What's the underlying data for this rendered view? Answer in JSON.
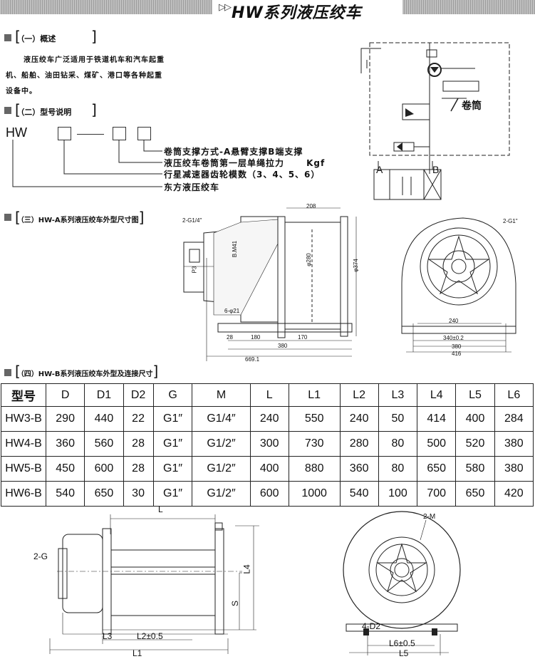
{
  "header": {
    "arrows": "▷▷",
    "title": "HW系列液压绞车"
  },
  "section1": {
    "title": "（一）概述",
    "lines": [
      "液压绞车广泛适用于铁道机车和汽车起重",
      "机、船舶、油田钻采、煤矿、港口等各种起重",
      "设备中。"
    ]
  },
  "section2": {
    "title": "（二）型号说明",
    "prefix": "HW",
    "legend": [
      "卷筒支撑方式-A悬臂支撑B端支撑",
      "液压绞车卷筒第一层单绳拉力      Kgf",
      "行星减速器齿轮模数（3、4、5、6）",
      "东方液压绞车"
    ]
  },
  "hydraulic_diagram": {
    "drum_label": "卷筒",
    "port_a": "A",
    "port_b": "B"
  },
  "section3": {
    "title": "（三）HW-A系列液压绞车外型尺寸图",
    "dims": {
      "port": "2-G1/4\"",
      "d208": "208",
      "d280": "φ280",
      "d374": "φ374",
      "bm": "B.M41",
      "p3": "P3",
      "hole": "6-φ21",
      "d28": "28",
      "d180": "180",
      "d170": "170",
      "d380": "380",
      "d669": "669.1",
      "side_port": "2-G1\"",
      "d240": "240",
      "d340": "340±0.2",
      "d380b": "380",
      "d416": "416"
    }
  },
  "section4": {
    "title": "（四）HW-B系列液压绞车外型及连接尺寸",
    "table": {
      "headers": [
        "型号",
        "D",
        "D1",
        "D2",
        "G",
        "M",
        "L",
        "L1",
        "L2",
        "L3",
        "L4",
        "L5",
        "L6"
      ],
      "rows": [
        [
          "HW3-B",
          "290",
          "440",
          "22",
          "G1″",
          "G1/4″",
          "240",
          "550",
          "240",
          "50",
          "414",
          "400",
          "284"
        ],
        [
          "HW4-B",
          "360",
          "560",
          "28",
          "G1″",
          "G1/2″",
          "300",
          "730",
          "280",
          "80",
          "500",
          "520",
          "380"
        ],
        [
          "HW5-B",
          "450",
          "600",
          "28",
          "G1″",
          "G1/2″",
          "400",
          "880",
          "360",
          "80",
          "650",
          "580",
          "380"
        ],
        [
          "HW6-B",
          "540",
          "650",
          "30",
          "G1″",
          "G1/2″",
          "600",
          "1000",
          "540",
          "100",
          "700",
          "650",
          "420"
        ]
      ]
    },
    "dims": {
      "L": "L",
      "port": "2-G",
      "L4": "L4",
      "S": "S",
      "L3": "L3",
      "L2": "L2±0.5",
      "L1": "L1",
      "M": "2-M",
      "D2": "4-D2",
      "L6": "L6±0.5",
      "L5": "L5"
    }
  }
}
